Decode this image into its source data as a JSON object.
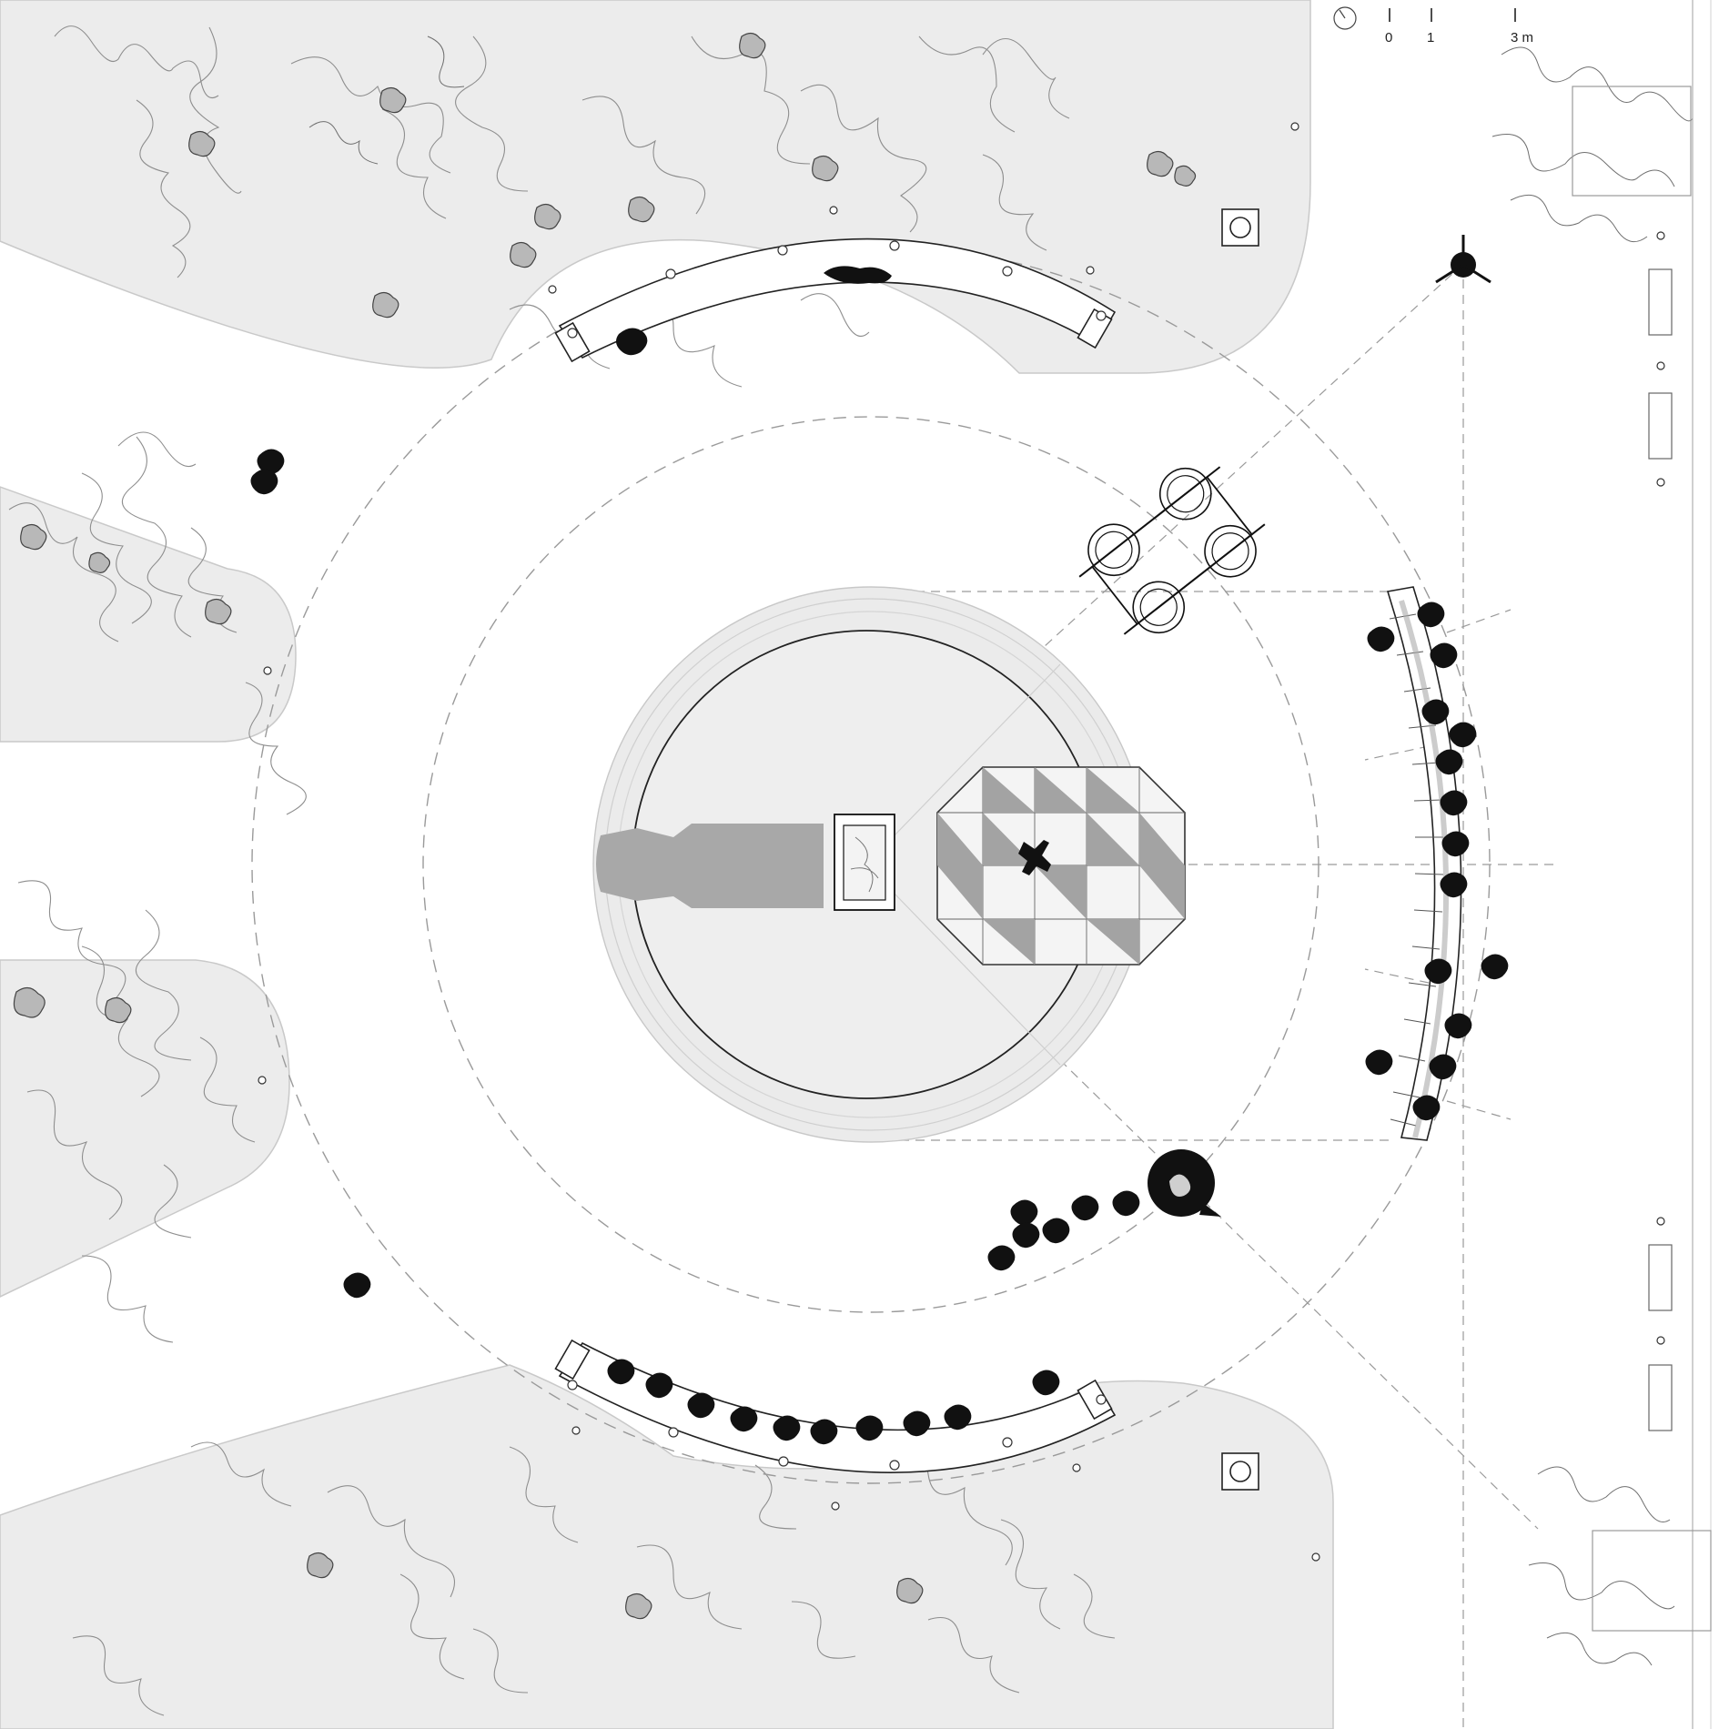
{
  "scale_bar": {
    "labels": [
      "0",
      "1",
      "3 m"
    ]
  },
  "colors": {
    "planting_bed": "#ececec",
    "plaza_disc": "#ededed",
    "ink": "#111111",
    "shadow": "#a8a8a8",
    "stage_light": "#f4f4f4",
    "stage_dark": "#a3a3a3"
  },
  "icons": [
    "north-arrow-icon",
    "wind-turbine-icon",
    "speaker-icon",
    "person-figure-icon"
  ]
}
